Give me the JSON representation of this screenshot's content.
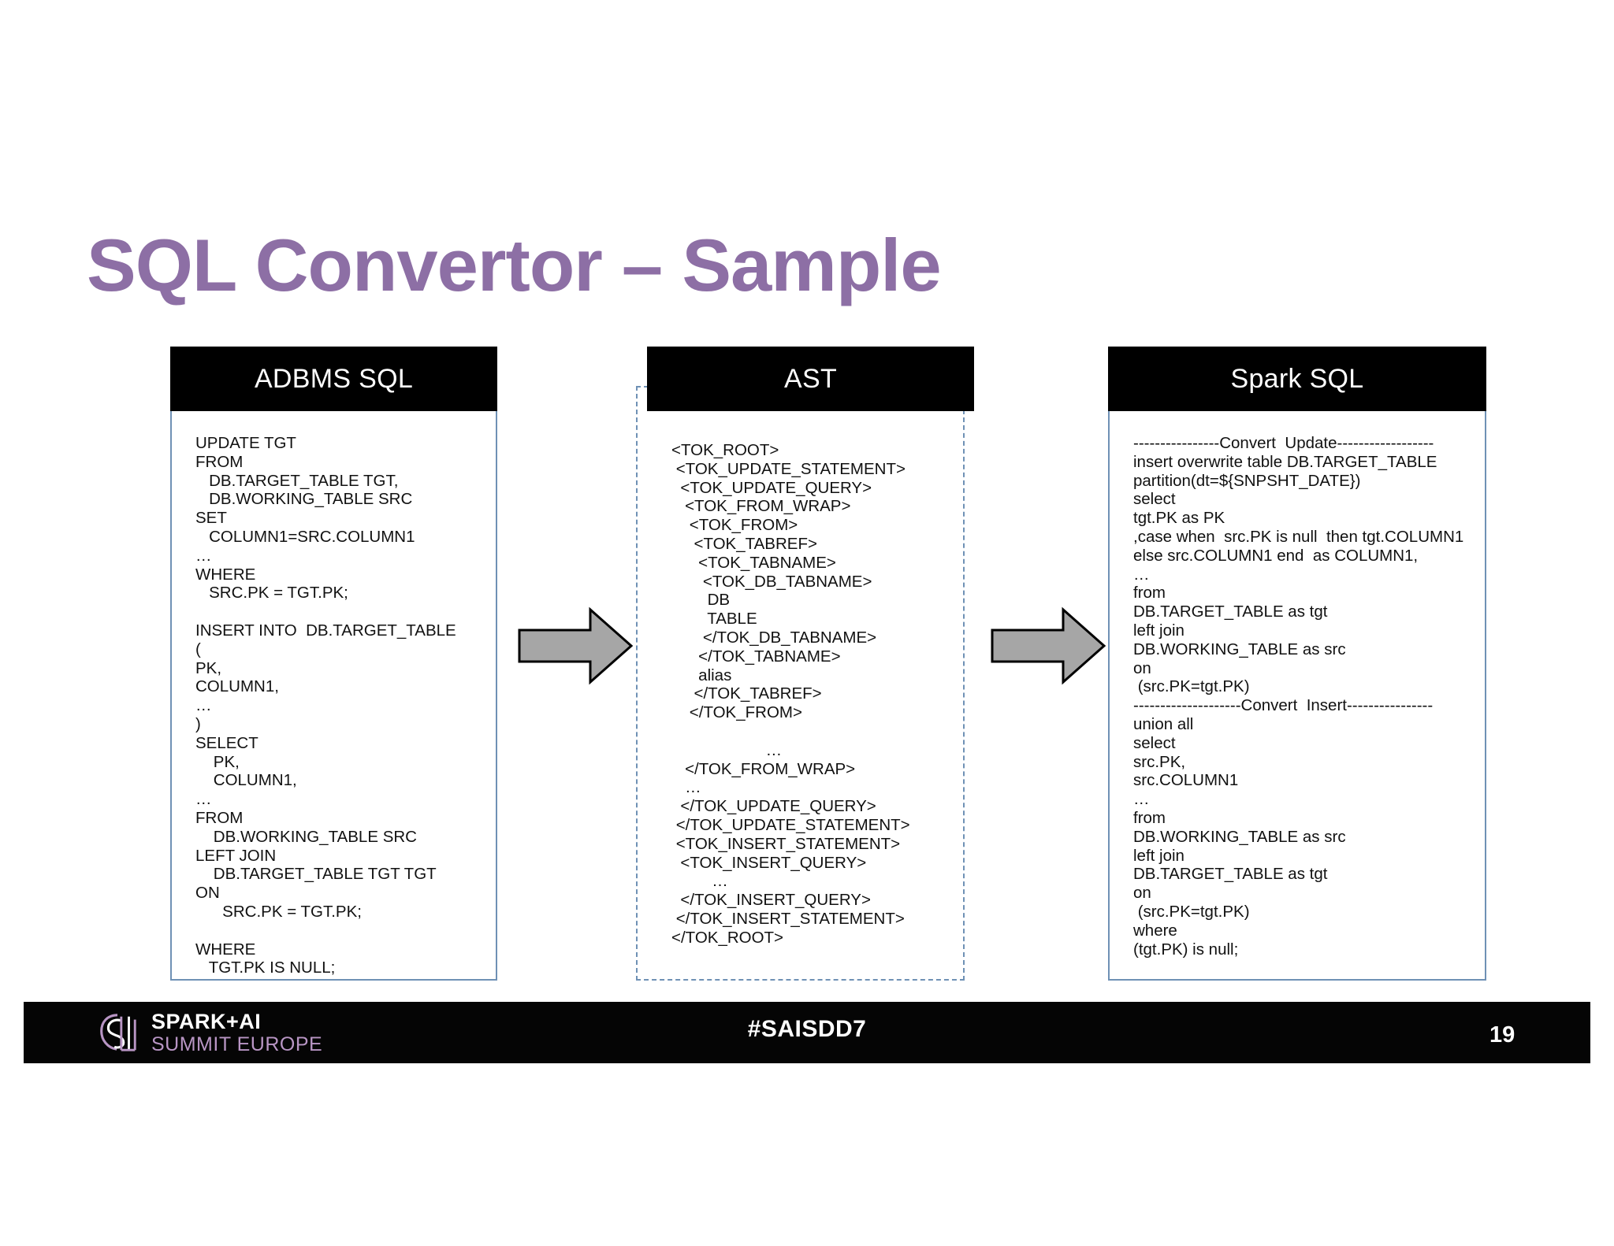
{
  "slide": {
    "title": "SQL Convertor – Sample",
    "title_color": "#8d6fa5",
    "number": "19"
  },
  "panels": {
    "adbms": {
      "header": "ADBMS SQL",
      "code": "UPDATE TGT\nFROM\n   DB.TARGET_TABLE TGT,\n   DB.WORKING_TABLE SRC\nSET\n   COLUMN1=SRC.COLUMN1\n…\nWHERE\n   SRC.PK = TGT.PK;\n\nINSERT INTO  DB.TARGET_TABLE\n(\nPK,\nCOLUMN1,\n…\n)\nSELECT\n    PK,\n    COLUMN1,\n…\nFROM\n    DB.WORKING_TABLE SRC\nLEFT JOIN\n    DB.TARGET_TABLE TGT TGT\nON\n      SRC.PK = TGT.PK;\n\nWHERE\n   TGT.PK IS NULL;"
    },
    "ast": {
      "header": "AST",
      "code": "<TOK_ROOT>\n <TOK_UPDATE_STATEMENT>\n  <TOK_UPDATE_QUERY>\n   <TOK_FROM_WRAP>\n    <TOK_FROM>\n     <TOK_TABREF>\n      <TOK_TABNAME>\n       <TOK_DB_TABNAME>\n        DB\n        TABLE\n       </TOK_DB_TABNAME>\n      </TOK_TABNAME>\n      alias\n     </TOK_TABREF>\n    </TOK_FROM>\n\n                     …\n   </TOK_FROM_WRAP>\n   …\n  </TOK_UPDATE_QUERY>\n </TOK_UPDATE_STATEMENT>\n <TOK_INSERT_STATEMENT>\n  <TOK_INSERT_QUERY>\n         …\n  </TOK_INSERT_QUERY>\n </TOK_INSERT_STATEMENT>\n</TOK_ROOT>"
    },
    "spark": {
      "header": "Spark SQL",
      "code": "----------------Convert  Update------------------\ninsert overwrite table DB.TARGET_TABLE\npartition(dt=${SNPSHT_DATE})\nselect\ntgt.PK as PK\n,case when  src.PK is null  then tgt.COLUMN1\nelse src.COLUMN1 end  as COLUMN1,\n…\nfrom\nDB.TARGET_TABLE as tgt\nleft join\nDB.WORKING_TABLE as src\non\n (src.PK=tgt.PK)\n--------------------Convert  Insert----------------\nunion all\nselect\nsrc.PK,\nsrc.COLUMN1\n…\nfrom\nDB.WORKING_TABLE as src\nleft join\nDB.TARGET_TABLE as tgt\non\n (src.PK=tgt.PK)\nwhere\n(tgt.PK) is null;"
    }
  },
  "arrows": [
    {
      "name": "arrow-adbms-to-ast",
      "fill": "#a6a6a6",
      "stroke": "#000000"
    },
    {
      "name": "arrow-ast-to-spark",
      "fill": "#a6a6a6",
      "stroke": "#000000"
    }
  ],
  "footer": {
    "logo_line1": "SPARK+AI",
    "logo_line2": "SUMMIT EUROPE",
    "hashtag": "#SAISDD7",
    "background": "#050505",
    "accent": "#b895c4"
  }
}
